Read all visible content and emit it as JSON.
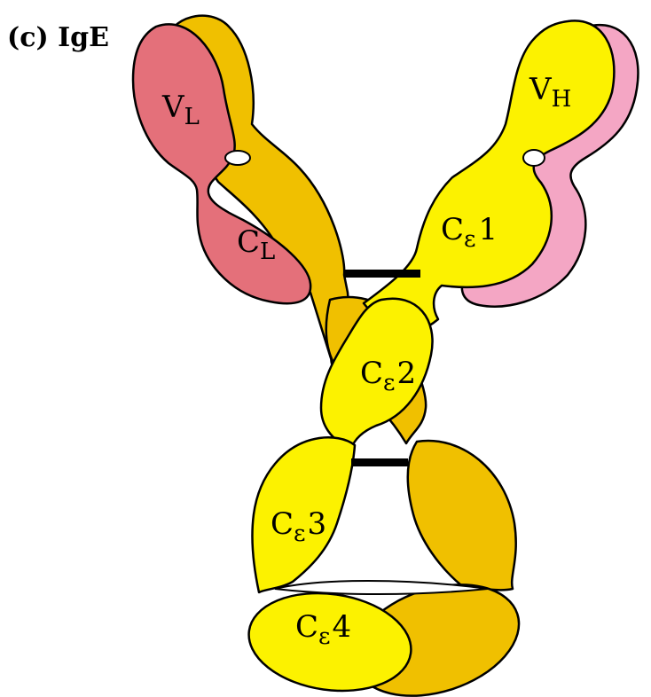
{
  "panel_label": "(c) IgE",
  "colors": {
    "heavy_chain_front": "#fcf200",
    "heavy_chain_back": "#f0c000",
    "light_chain_left": "#e4707a",
    "light_chain_right": "#f4a6c4",
    "disulfide_bond": "#000000"
  },
  "domains": {
    "vl": {
      "main": "V",
      "sub": "L"
    },
    "cl": {
      "main": "C",
      "sub": "L"
    },
    "vh": {
      "main": "V",
      "sub": "H"
    },
    "ce1": {
      "main": "C",
      "sub": "ε",
      "num": "1"
    },
    "ce2": {
      "main": "C",
      "sub": "ε",
      "num": "2"
    },
    "ce3": {
      "main": "C",
      "sub": "ε",
      "num": "3"
    },
    "ce4": {
      "main": "C",
      "sub": "ε",
      "num": "4"
    }
  }
}
